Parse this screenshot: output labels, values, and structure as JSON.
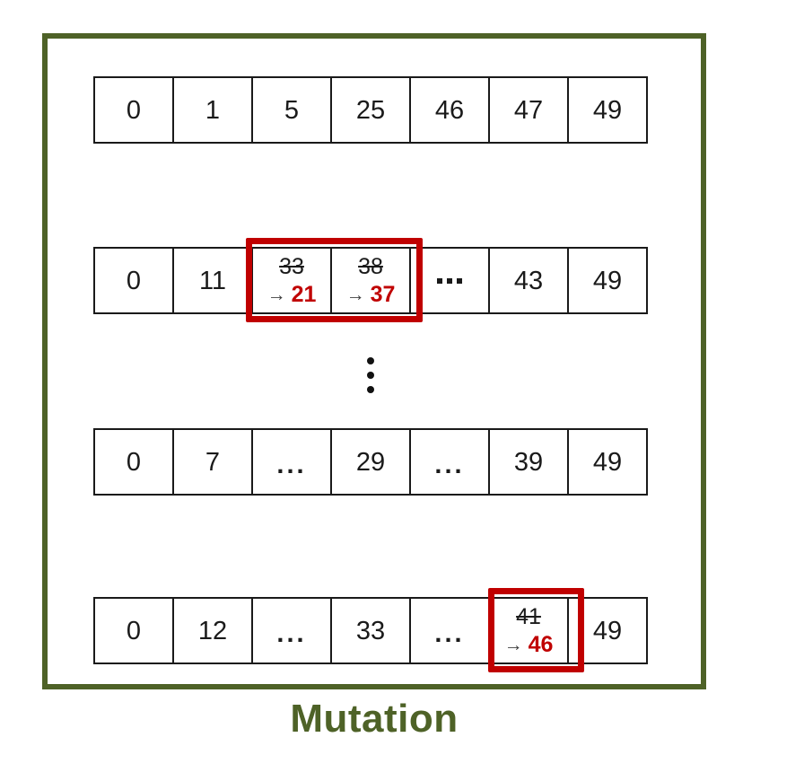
{
  "title": {
    "label": "Mutation",
    "color": "#4e6227"
  },
  "frame": {
    "border_color": "#4e6227"
  },
  "colors": {
    "highlight_red": "#c00000",
    "mutated_value_red": "#c00000",
    "cell_border_black": "#1a1a1a",
    "olive_green": "#4e6227"
  },
  "arrow_glyph": "→",
  "vertical_ellipsis": {
    "dot_count": 3
  },
  "rows": [
    {
      "name": "chromosome-1",
      "cells": [
        {
          "value": "0"
        },
        {
          "value": "1"
        },
        {
          "value": "5"
        },
        {
          "value": "25"
        },
        {
          "value": "46"
        },
        {
          "value": "47"
        },
        {
          "value": "49"
        }
      ]
    },
    {
      "name": "chromosome-2",
      "highlight": {
        "from": 2,
        "to": 3
      },
      "cells": [
        {
          "value": "0"
        },
        {
          "value": "11"
        },
        {
          "old": "33",
          "new": "21",
          "mutated": true
        },
        {
          "old": "38",
          "new": "37",
          "mutated": true
        },
        {
          "type": "ellipsis-mid",
          "value": "..."
        },
        {
          "value": "43"
        },
        {
          "value": "49"
        }
      ]
    },
    {
      "name": "chromosome-3",
      "cells": [
        {
          "value": "0"
        },
        {
          "value": "7"
        },
        {
          "type": "ellipsis",
          "value": "..."
        },
        {
          "value": "29"
        },
        {
          "type": "ellipsis",
          "value": "..."
        },
        {
          "value": "39"
        },
        {
          "value": "49"
        }
      ]
    },
    {
      "name": "chromosome-4",
      "highlight": {
        "from": 5,
        "to": 5
      },
      "cells": [
        {
          "value": "0"
        },
        {
          "value": "12"
        },
        {
          "type": "ellipsis",
          "value": "..."
        },
        {
          "value": "33"
        },
        {
          "type": "ellipsis",
          "value": "..."
        },
        {
          "old": "41",
          "new": "46",
          "mutated": true
        },
        {
          "value": "49"
        }
      ]
    }
  ]
}
